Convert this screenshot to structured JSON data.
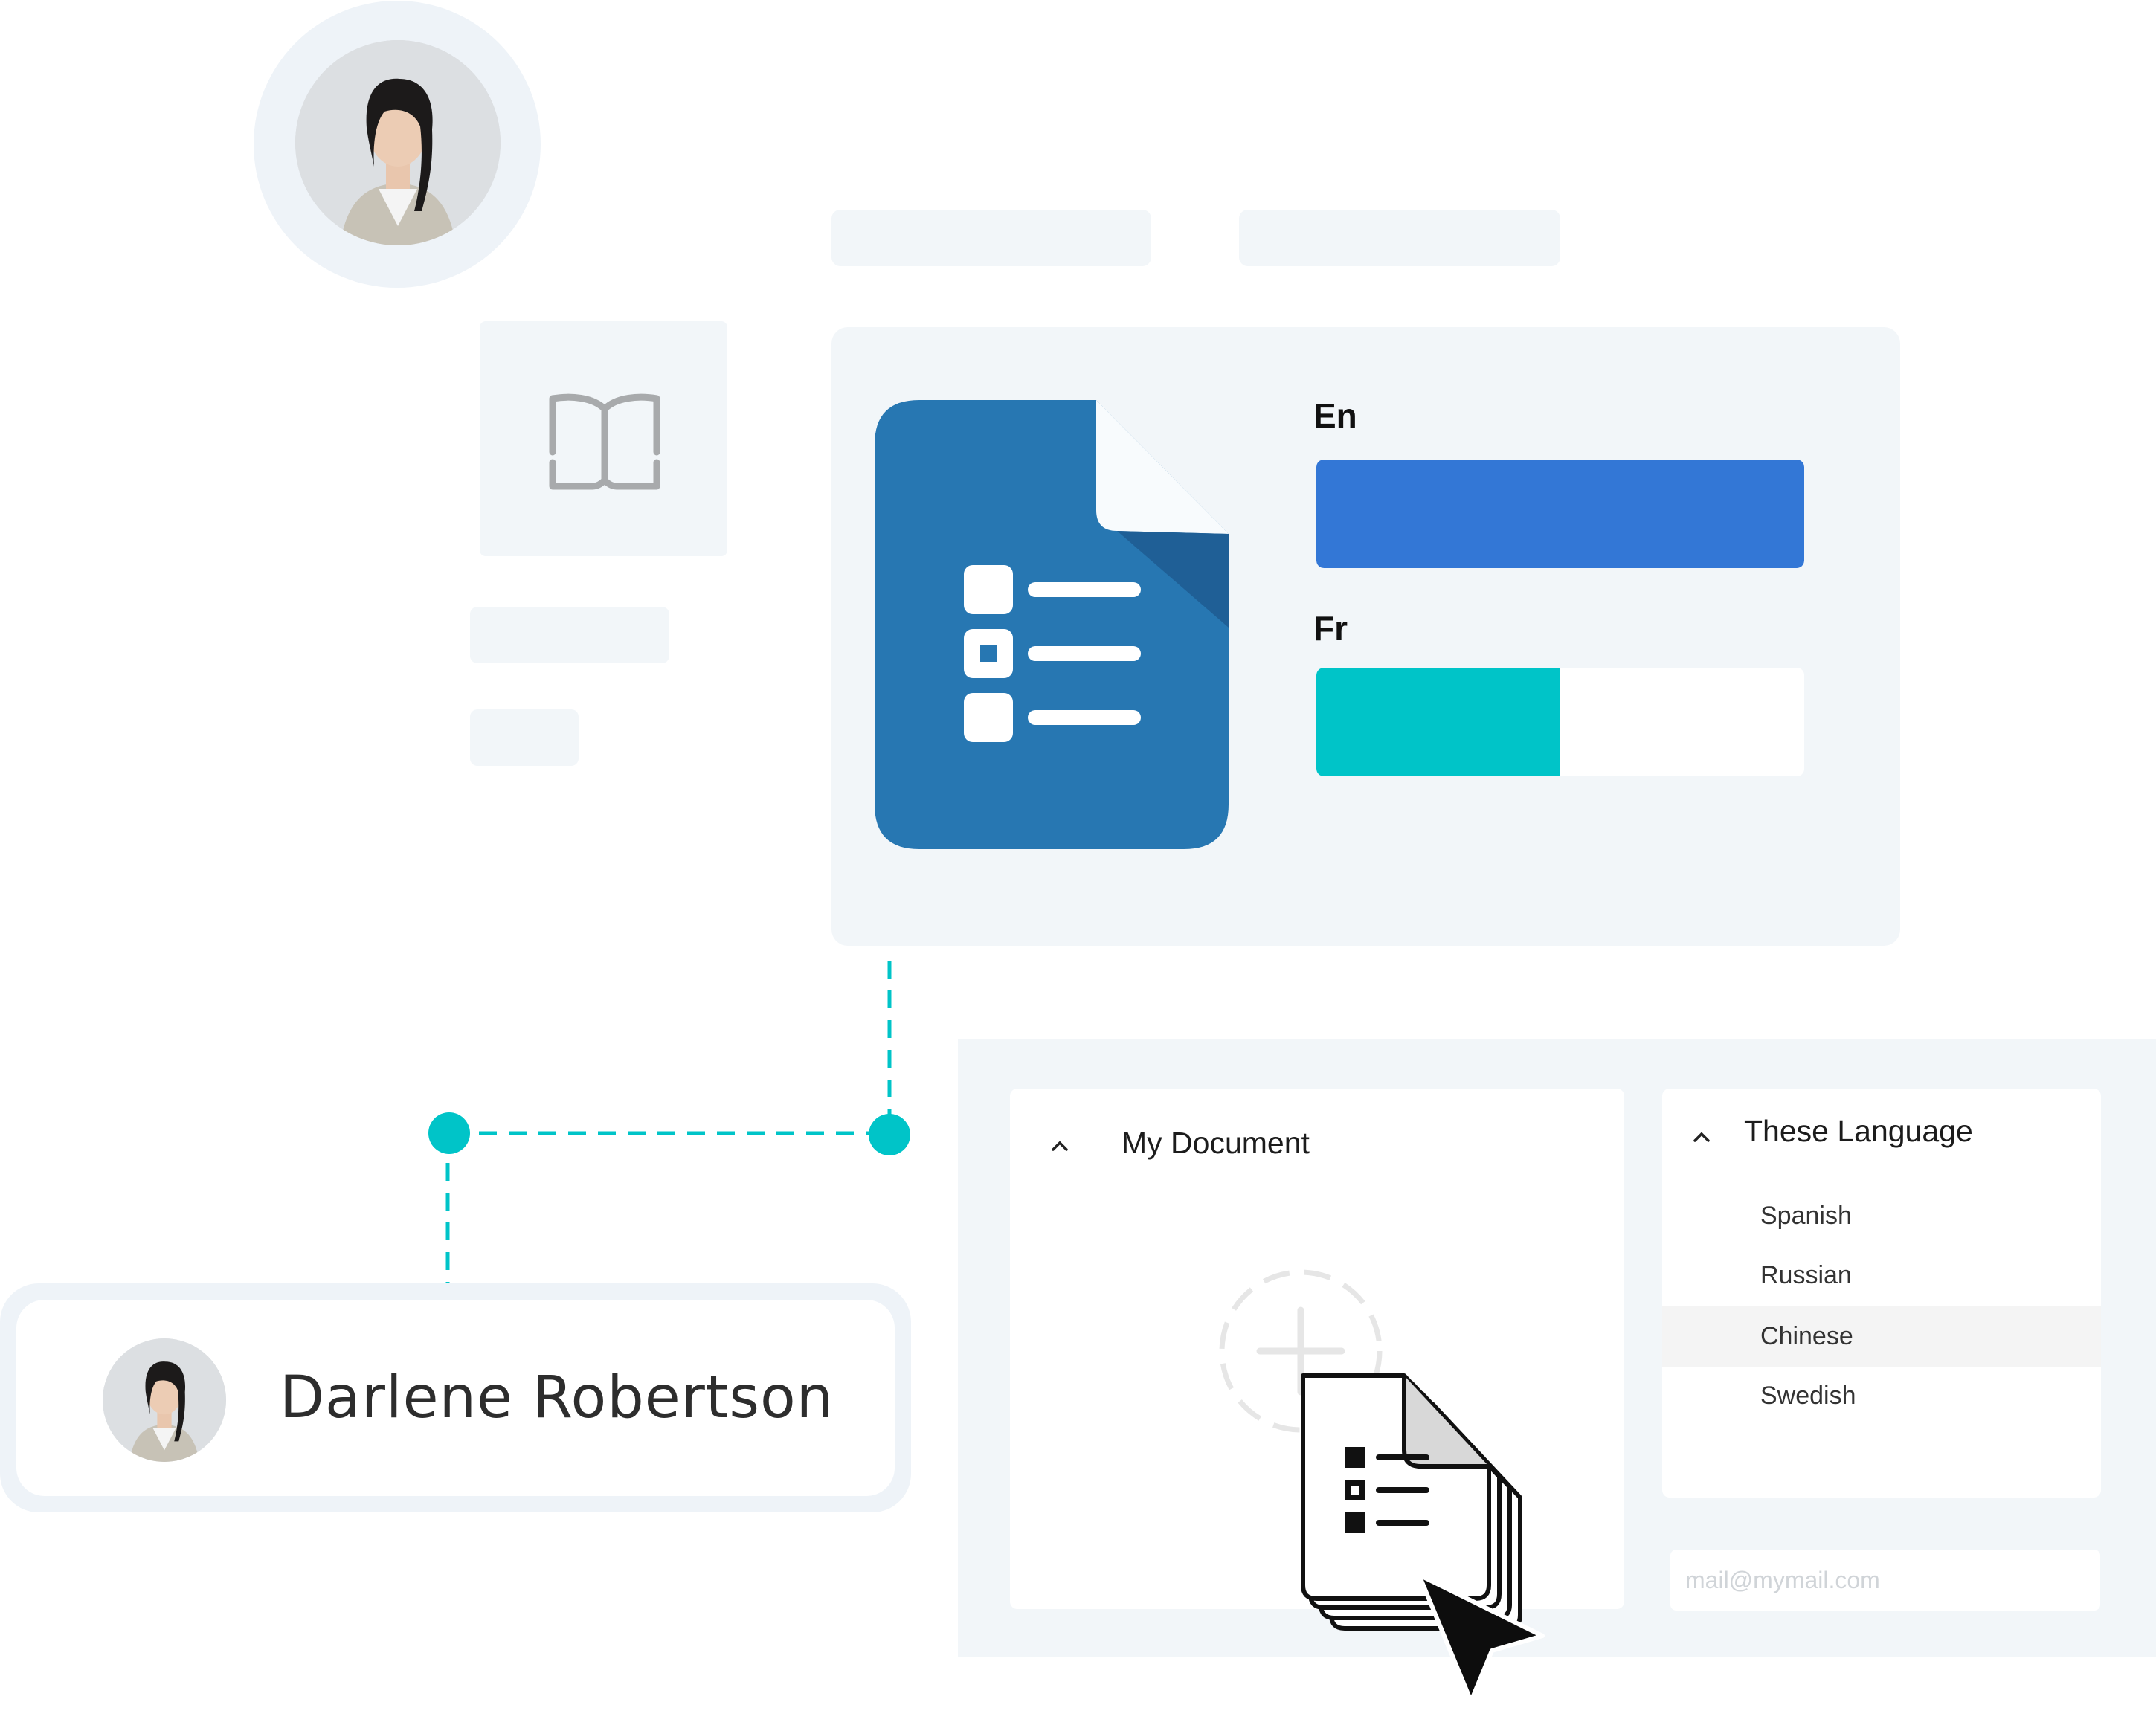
{
  "profile": {
    "name": "Darlene Robertson"
  },
  "translation": {
    "languages": [
      {
        "code": "En",
        "progress": 1.0,
        "color": "#3377d6"
      },
      {
        "code": "Fr",
        "progress": 0.5,
        "color": "#00c4c8"
      }
    ]
  },
  "document_panel": {
    "title": "My Document"
  },
  "language_panel": {
    "title": "These Language",
    "items": [
      "Spanish",
      "Russian",
      "Chinese",
      "Swedish"
    ],
    "selected": "Chinese"
  },
  "email": {
    "placeholder": "mail@mymail.com"
  },
  "colors": {
    "doc_blue": "#2777b2",
    "doc_fold": "#1f5f96",
    "accent_teal": "#00c4c8",
    "skeleton": "#f2f6f9"
  },
  "icons": {
    "book": "book-open-icon",
    "document": "document-checklist-icon",
    "add": "plus-circle-icon",
    "files": "stacked-files-icon",
    "cursor": "cursor-arrow-icon"
  }
}
